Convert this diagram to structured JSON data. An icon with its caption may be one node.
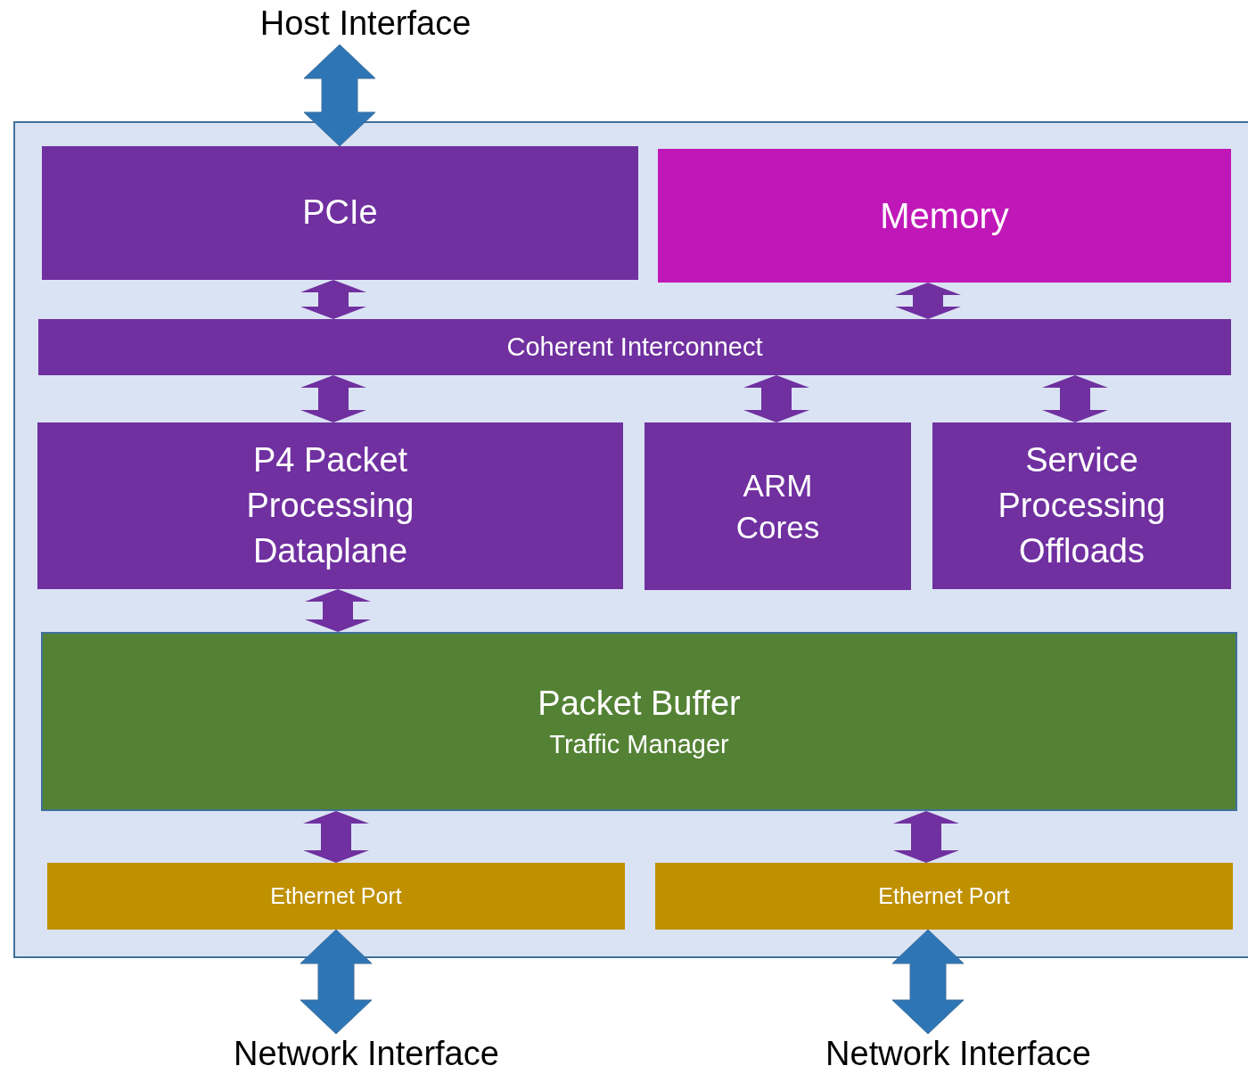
{
  "diagram": {
    "nodes": [
      {
        "text": [
          "Host Interface"
        ]
      },
      {
        "text": [],
        "shape": "box"
      },
      {
        "text": [
          "PCIe"
        ],
        "in": 1
      },
      {
        "text": [
          "Memory"
        ],
        "in": 1
      },
      {
        "text": [
          "Coherent Interconnect"
        ],
        "in": 1
      },
      {
        "text": [
          "P4 Packet Processing Dataplane"
        ],
        "in": 1
      },
      {
        "text": [
          "ARM Cores"
        ],
        "in": 1
      },
      {
        "text": [
          "Service Processing Offloads"
        ],
        "in": 1
      },
      {
        "text": [
          "Packet Buffer",
          "Traffic Manager"
        ],
        "in": 1
      },
      {
        "text": [
          "Ethernet Port"
        ],
        "in": 1
      },
      {
        "text": [
          "Ethernet Port"
        ],
        "in": 1
      },
      {
        "text": [
          "Network Interface"
        ]
      },
      {
        "text": [
          "Network Interface"
        ]
      }
    ],
    "edges": [
      {
        "from": 0,
        "to": 2,
        "arrow": "both",
        "style": "thick",
        "color": "#2e75b6"
      },
      {
        "from": 2,
        "to": 4,
        "arrow": "both"
      },
      {
        "from": 3,
        "to": 4,
        "arrow": "both"
      },
      {
        "from": 4,
        "to": 5,
        "arrow": "both"
      },
      {
        "from": 4,
        "to": 6,
        "arrow": "both"
      },
      {
        "from": 4,
        "to": 7,
        "arrow": "both"
      },
      {
        "from": 5,
        "to": 8,
        "arrow": "both"
      },
      {
        "from": 8,
        "to": 9,
        "arrow": "both"
      },
      {
        "from": 8,
        "to": 10,
        "arrow": "both"
      },
      {
        "from": 9,
        "to": 11,
        "arrow": "both",
        "style": "thick",
        "color": "#2e75b6"
      },
      {
        "from": 10,
        "to": 12,
        "arrow": "both",
        "style": "thick",
        "color": "#2e75b6"
      }
    ]
  }
}
